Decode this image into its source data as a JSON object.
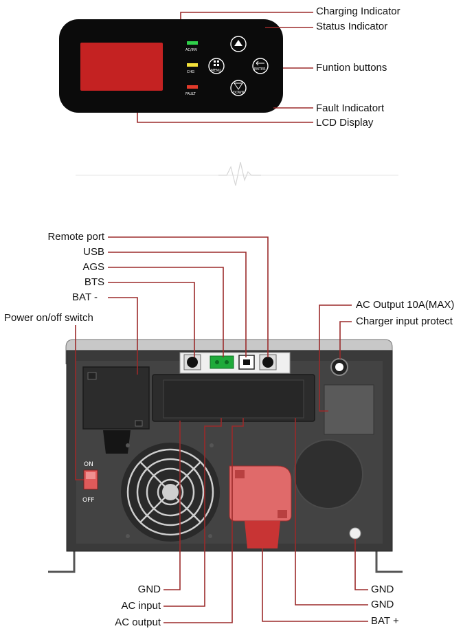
{
  "top_labels": {
    "charging": "Charging Indicator",
    "status": "Status Indicator",
    "function_buttons": "Funtion buttons",
    "fault": "Fault Indicatort",
    "lcd": "LCD Display"
  },
  "panel": {
    "ac_inv": "AC/INV",
    "chg": "CHG",
    "fault": "FAULT",
    "menu": "MENU",
    "enter": "ENTER",
    "down": "DOWN"
  },
  "bottom_left_labels": {
    "remote_port": "Remote port",
    "usb": "USB",
    "ags": "AGS",
    "bts": "BTS",
    "bat_minus": "BAT -",
    "power_switch": "Power on/off switch"
  },
  "right_labels": {
    "ac_output_10a": "AC Output 10A(MAX)",
    "charger_protect": "Charger input protect"
  },
  "bottom_labels": {
    "gnd_left": "GND",
    "ac_input": "AC input",
    "ac_output": "AC output",
    "gnd_right_1": "GND",
    "gnd_right_2": "GND",
    "bat_plus": "BAT +"
  },
  "switch": {
    "on": "ON",
    "off": "OFF"
  },
  "colors": {
    "leader_line": "#9b2a2a",
    "panel_black": "#0b0b0b",
    "inverter_gray": "#3a3a3a",
    "terminal_red": "#e06a6a",
    "connector_green": "#1faa3a"
  }
}
